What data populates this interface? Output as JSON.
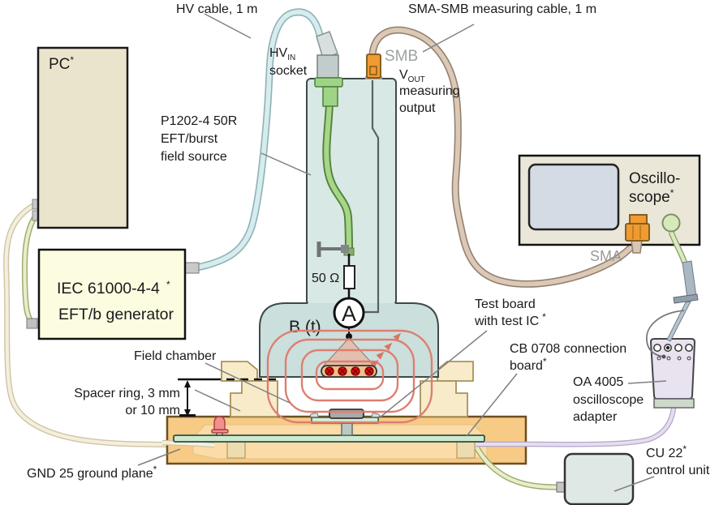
{
  "labels": {
    "hv_cable": "HV cable, 1 m",
    "hv_in": {
      "main": "HV",
      "sub": "IN",
      "line2": "socket"
    },
    "sma_smb_cable": "SMA-SMB measuring cable, 1 m",
    "smb": "SMB",
    "v_out": {
      "main": "V",
      "sub": "OUT",
      "line2": "measuring",
      "line3": "output"
    },
    "field_source": [
      "P1202-4 50R",
      "EFT/burst",
      "field source"
    ],
    "pc": {
      "name": "PC",
      "asterisk": "*"
    },
    "generator": {
      "line1": "IEC 61000-4-4",
      "asterisk": "*",
      "line2": "EFT/b generator"
    },
    "resistor": "50 Ω",
    "ammeter": "A",
    "field": "B (t)",
    "field_chamber": "Field chamber",
    "spacer_ring": [
      "Spacer ring, 3 mm",
      "or 10 mm"
    ],
    "ground_plane": {
      "text": "GND 25 ground plane",
      "asterisk": "*"
    },
    "test_board": {
      "line1": "Test board",
      "line2": "with test IC",
      "asterisk": "*"
    },
    "connection_board": {
      "line1": "CB 0708 connection",
      "line2": "board",
      "asterisk": "*"
    },
    "adapter": [
      "OA 4005",
      "oscilloscope",
      "adapter"
    ],
    "oscilloscope": {
      "line1": "Oscillo-",
      "line2": "scope",
      "asterisk": "*"
    },
    "sma": "SMA",
    "control_unit": {
      "line1": "CU 22",
      "asterisk": "*",
      "line2": "control unit"
    }
  },
  "colors": {
    "field_source_body": "#d8e8e5",
    "dome": "#cbdfdd",
    "hv_cable": "#d6ecee",
    "sma_smb_cable": "#dcc8b6",
    "green_cable": "#a6d687",
    "yellow_green_cable": "#e7eec9",
    "beige_cable": "#f4eedd",
    "lavender_cable": "#e6ddf0",
    "orange_connector": "#f09a33",
    "field_lines": "#dd7f70",
    "coil_dot_red": "#e01010",
    "ground_plane": "#f7ca85",
    "chamber_tan": "#f7ebca",
    "pc_box": "#ebe4cc",
    "generator_box": "#fcfce1",
    "oscilloscope_box": "#eae6d8",
    "scope_screen": "#d4dbe4",
    "adapter_body": "#e9e3f0",
    "control_unit": "#dfe8e4",
    "pcb_green": "#cde9cf",
    "led_red": "#f28f8f"
  }
}
